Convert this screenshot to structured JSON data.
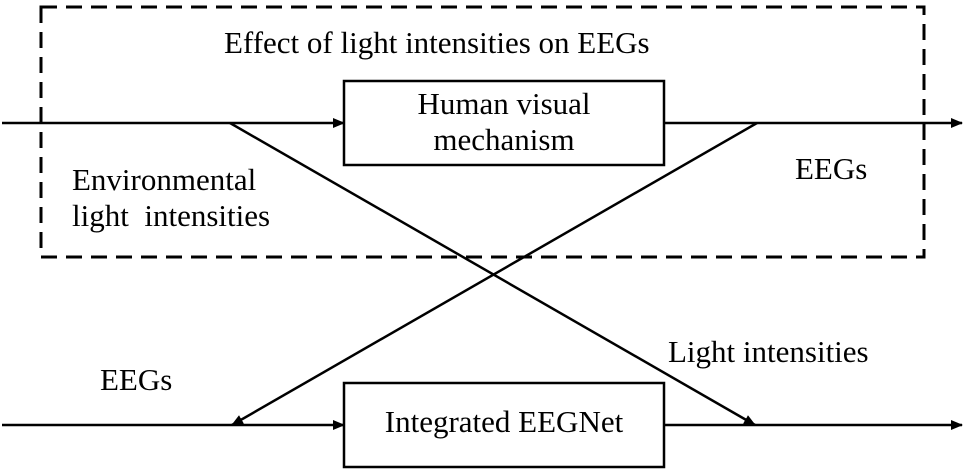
{
  "diagram": {
    "group_title": "Effect of light intensities on EEGs",
    "top_box": {
      "line1": "Human visual",
      "line2": "mechanism"
    },
    "bottom_box": {
      "label": "Integrated EEGNet"
    },
    "env_label": {
      "line1": "Environmental",
      "line2": "light  intensities"
    },
    "eeg_output_label": "EEGs",
    "light_label": "Light intensities",
    "eeg_input_label": "EEGs"
  },
  "colors": {
    "stroke": "#000000",
    "background": "#ffffff"
  }
}
